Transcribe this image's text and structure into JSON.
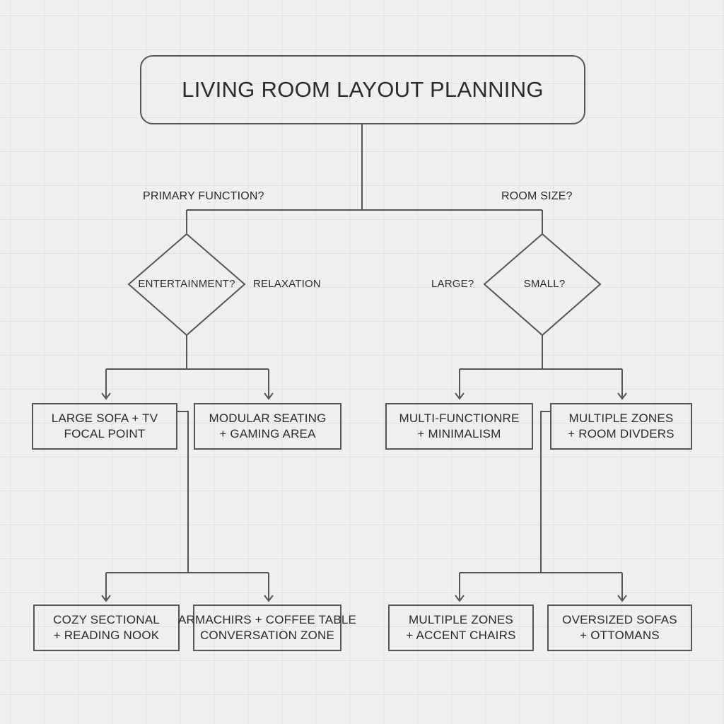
{
  "title": "LIVING ROOM LAYOUT PLANNING",
  "questions": {
    "left": "PRIMARY FUNCTION?",
    "right": "ROOM SIZE?"
  },
  "decisions": {
    "left": {
      "inside": "ENTERTAINMENT?",
      "outside": "RELAXATION"
    },
    "right": {
      "outside": "LARGE?",
      "inside": "SMALL?"
    }
  },
  "outcomes": {
    "row1": [
      {
        "line1": "LARGE SOFA + TV",
        "line2": "FOCAL POINT"
      },
      {
        "line1": "MODULAR SEATING",
        "line2": "+ GAMING AREA"
      },
      {
        "line1": "MULTI-FUNCTIONRE",
        "line2": "+ MINIMALISM"
      },
      {
        "line1": "MULTIPLE ZONES",
        "line2": "+ ROOM DIVDERS"
      }
    ],
    "row2": [
      {
        "line1": "COZY SECTIONAL",
        "line2": "+ READING NOOK"
      },
      {
        "line1": "ARMACHIRS + COFFEE TABLE",
        "line2": "CONVERSATION ZONE"
      },
      {
        "line1": "MULTIPLE ZONES",
        "line2": "+ ACCENT CHAIRS"
      },
      {
        "line1": "OVERSIZED SOFAS",
        "line2": "+ OTTOMANS"
      }
    ]
  },
  "colors": {
    "line": "#555555",
    "text": "#2b2b2b",
    "background": "#efefef",
    "grid": "#e2e2e2"
  }
}
